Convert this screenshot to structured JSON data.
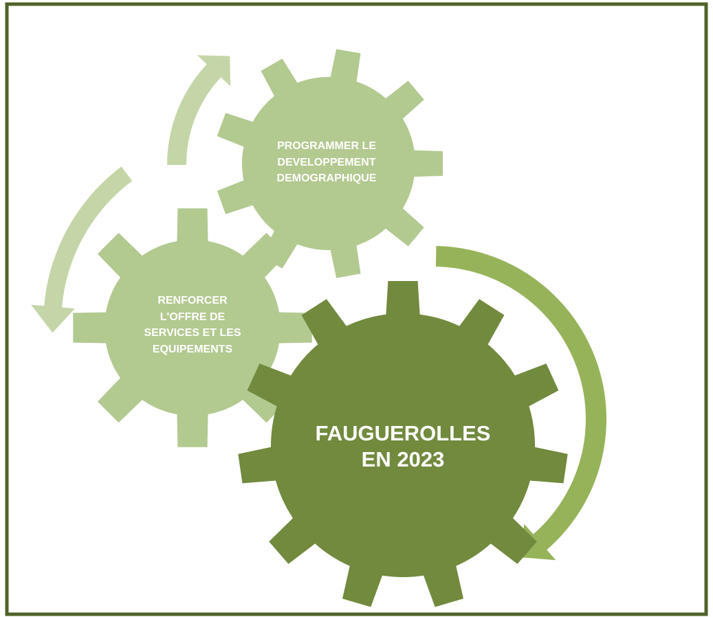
{
  "diagram": {
    "border_color": "#4f6228",
    "gears": [
      {
        "id": "main",
        "lines": [
          "FAUGUEROLLES",
          "EN 2023"
        ],
        "color": "#718a3e"
      },
      {
        "id": "upper",
        "lines": [
          "PROGRAMMER LE",
          "DEVELOPPEMENT",
          "DEMOGRAPHIQUE"
        ],
        "color": "#b2c990"
      },
      {
        "id": "left",
        "lines": [
          "RENFORCER",
          "L'OFFRE DE",
          "SERVICES ET LES",
          "EQUIPEMENTS"
        ],
        "color": "#b2c990"
      }
    ],
    "arrows": {
      "cycle_color": "#c4d6a8",
      "main_color": "#97b35a"
    }
  }
}
